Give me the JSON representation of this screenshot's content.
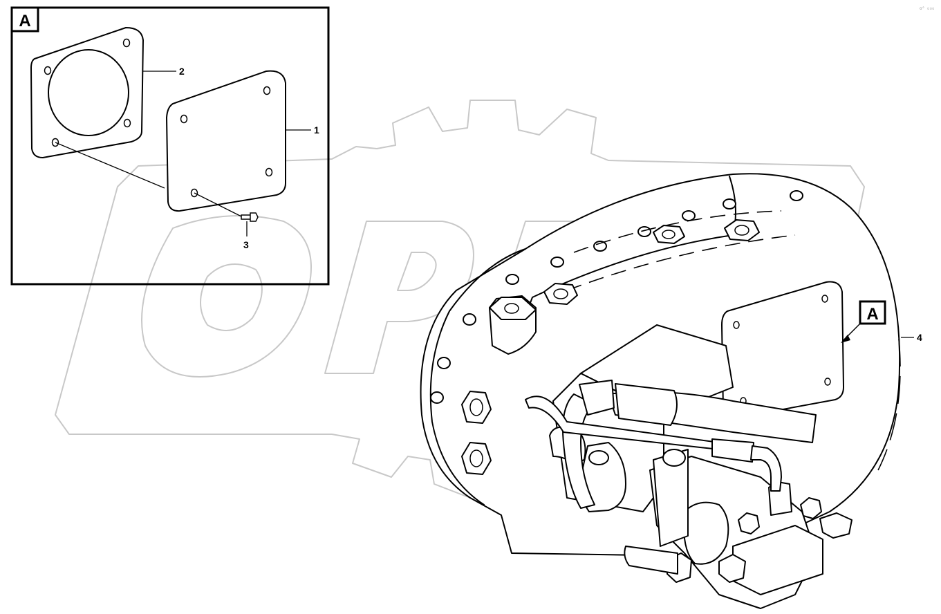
{
  "detail_view": {
    "label": "A"
  },
  "main_view": {
    "ref_label": "A"
  },
  "callouts": [
    "1",
    "2",
    "3",
    "4"
  ],
  "watermark": {
    "text": "OPEX"
  },
  "corner_mark": "o° ▫▫▫"
}
